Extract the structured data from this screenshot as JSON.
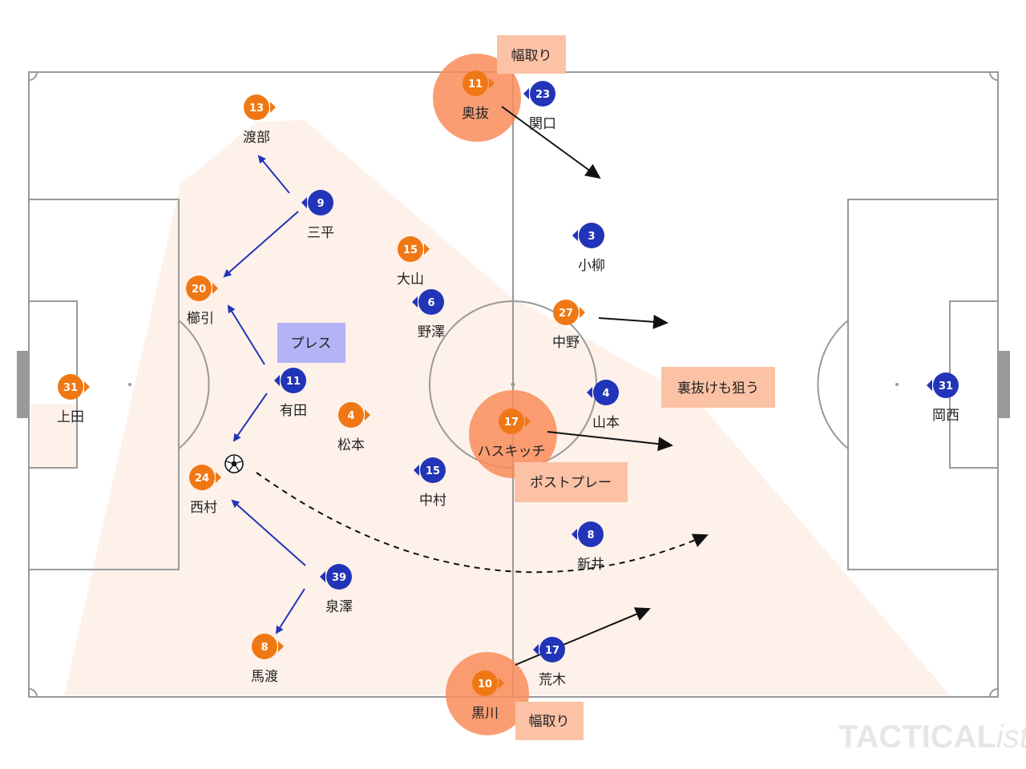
{
  "colors": {
    "home": "#f07814",
    "away": "#2234b8",
    "pitch_line": "#999999",
    "shade": "#fdf1ea",
    "highlight_circle": "#f98c5a",
    "note_orange": "#fbc2a6",
    "note_purple": "#b3b3f5"
  },
  "notes": {
    "width_top": "幅取り",
    "press": "プレス",
    "behind": "裏抜けも狙う",
    "post_play": "ポストプレー",
    "width_bottom": "幅取り"
  },
  "home_players": [
    {
      "id": "home-31",
      "number": "31",
      "name": "上田"
    },
    {
      "id": "home-13",
      "number": "13",
      "name": "渡部"
    },
    {
      "id": "home-20",
      "number": "20",
      "name": "櫛引"
    },
    {
      "id": "home-24",
      "number": "24",
      "name": "西村"
    },
    {
      "id": "home-8",
      "number": "8",
      "name": "馬渡"
    },
    {
      "id": "home-15",
      "number": "15",
      "name": "大山"
    },
    {
      "id": "home-4",
      "number": "4",
      "name": "松本"
    },
    {
      "id": "home-11",
      "number": "11",
      "name": "奥抜"
    },
    {
      "id": "home-27",
      "number": "27",
      "name": "中野"
    },
    {
      "id": "home-17",
      "number": "17",
      "name": "ハスキッチ"
    },
    {
      "id": "home-10",
      "number": "10",
      "name": "黒川"
    }
  ],
  "away_players": [
    {
      "id": "away-31",
      "number": "31",
      "name": "岡西"
    },
    {
      "id": "away-23",
      "number": "23",
      "name": "関口"
    },
    {
      "id": "away-9",
      "number": "9",
      "name": "三平"
    },
    {
      "id": "away-3",
      "number": "3",
      "name": "小柳"
    },
    {
      "id": "away-6",
      "number": "6",
      "name": "野澤"
    },
    {
      "id": "away-11",
      "number": "11",
      "name": "有田"
    },
    {
      "id": "away-4",
      "number": "4",
      "name": "山本"
    },
    {
      "id": "away-15",
      "number": "15",
      "name": "中村"
    },
    {
      "id": "away-8",
      "number": "8",
      "name": "新井"
    },
    {
      "id": "away-39",
      "number": "39",
      "name": "泉澤"
    },
    {
      "id": "away-17",
      "number": "17",
      "name": "荒木"
    }
  ],
  "icons": {
    "ball": "soccer-ball-icon"
  },
  "watermark": {
    "bold": "TACTICAL",
    "italic": "ista"
  }
}
